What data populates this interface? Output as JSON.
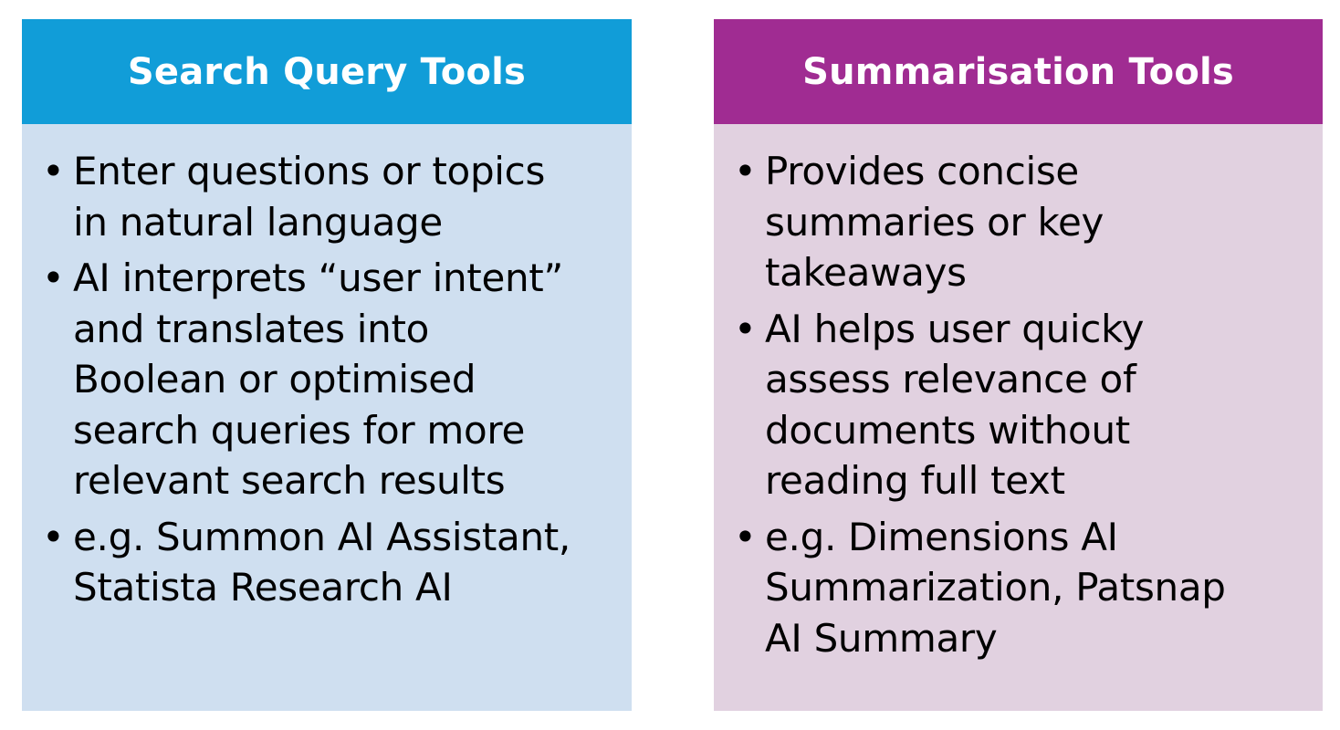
{
  "colors": {
    "left_header": "#119dd8",
    "left_body": "#cfdff0",
    "right_header": "#a02c92",
    "right_body": "#e1d1e0"
  },
  "left": {
    "title": "Search Query Tools",
    "items": [
      "Enter questions or topics\nin natural language",
      "AI interprets “user intent”\nand translates into\nBoolean or optimised\nsearch queries for more\nrelevant search results",
      "e.g. Summon AI Assistant,\nStatista Research AI"
    ]
  },
  "right": {
    "title": "Summarisation Tools",
    "items": [
      "Provides concise\nsummaries or key\ntakeaways",
      "AI helps user quicky\nassess relevance of\ndocuments without\nreading full text",
      "e.g. Dimensions AI\nSummarization, Patsnap\nAI Summary"
    ]
  },
  "bullet_glyph": "•"
}
